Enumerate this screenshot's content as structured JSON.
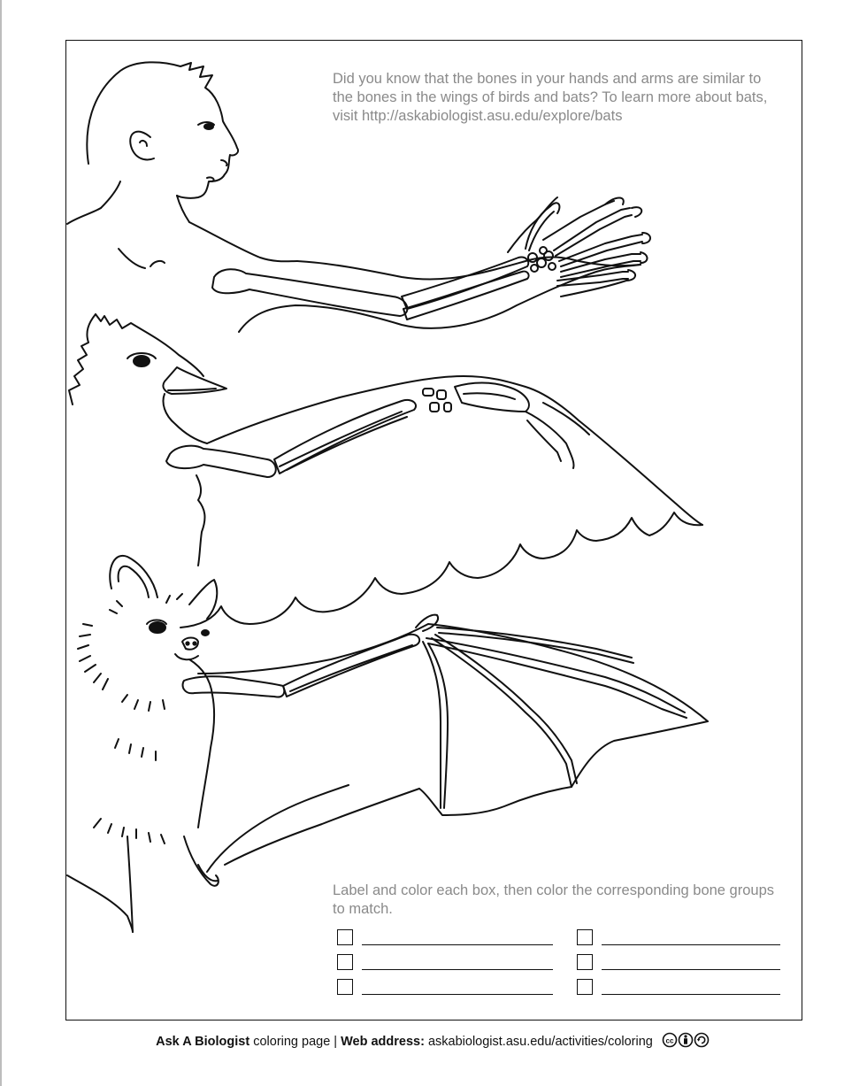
{
  "intro_text": "Did you know that the bones in your hands and arms are similar to the bones in the wings of birds and bats?  To learn more about bats, visit http://askabiologist.asu.edu/explore/bats",
  "instructions_text": "Label and color each box, then color the corresponding bone groups to match.",
  "legend_rows": 6,
  "footer": {
    "brand": "Ask A Biologist",
    "middle": " coloring page | ",
    "web_label": "Web address:",
    "url": " askabiologist.asu.edu/activities/coloring"
  },
  "icons": [
    "creative-commons-icon",
    "attribution-icon",
    "share-alike-icon"
  ]
}
